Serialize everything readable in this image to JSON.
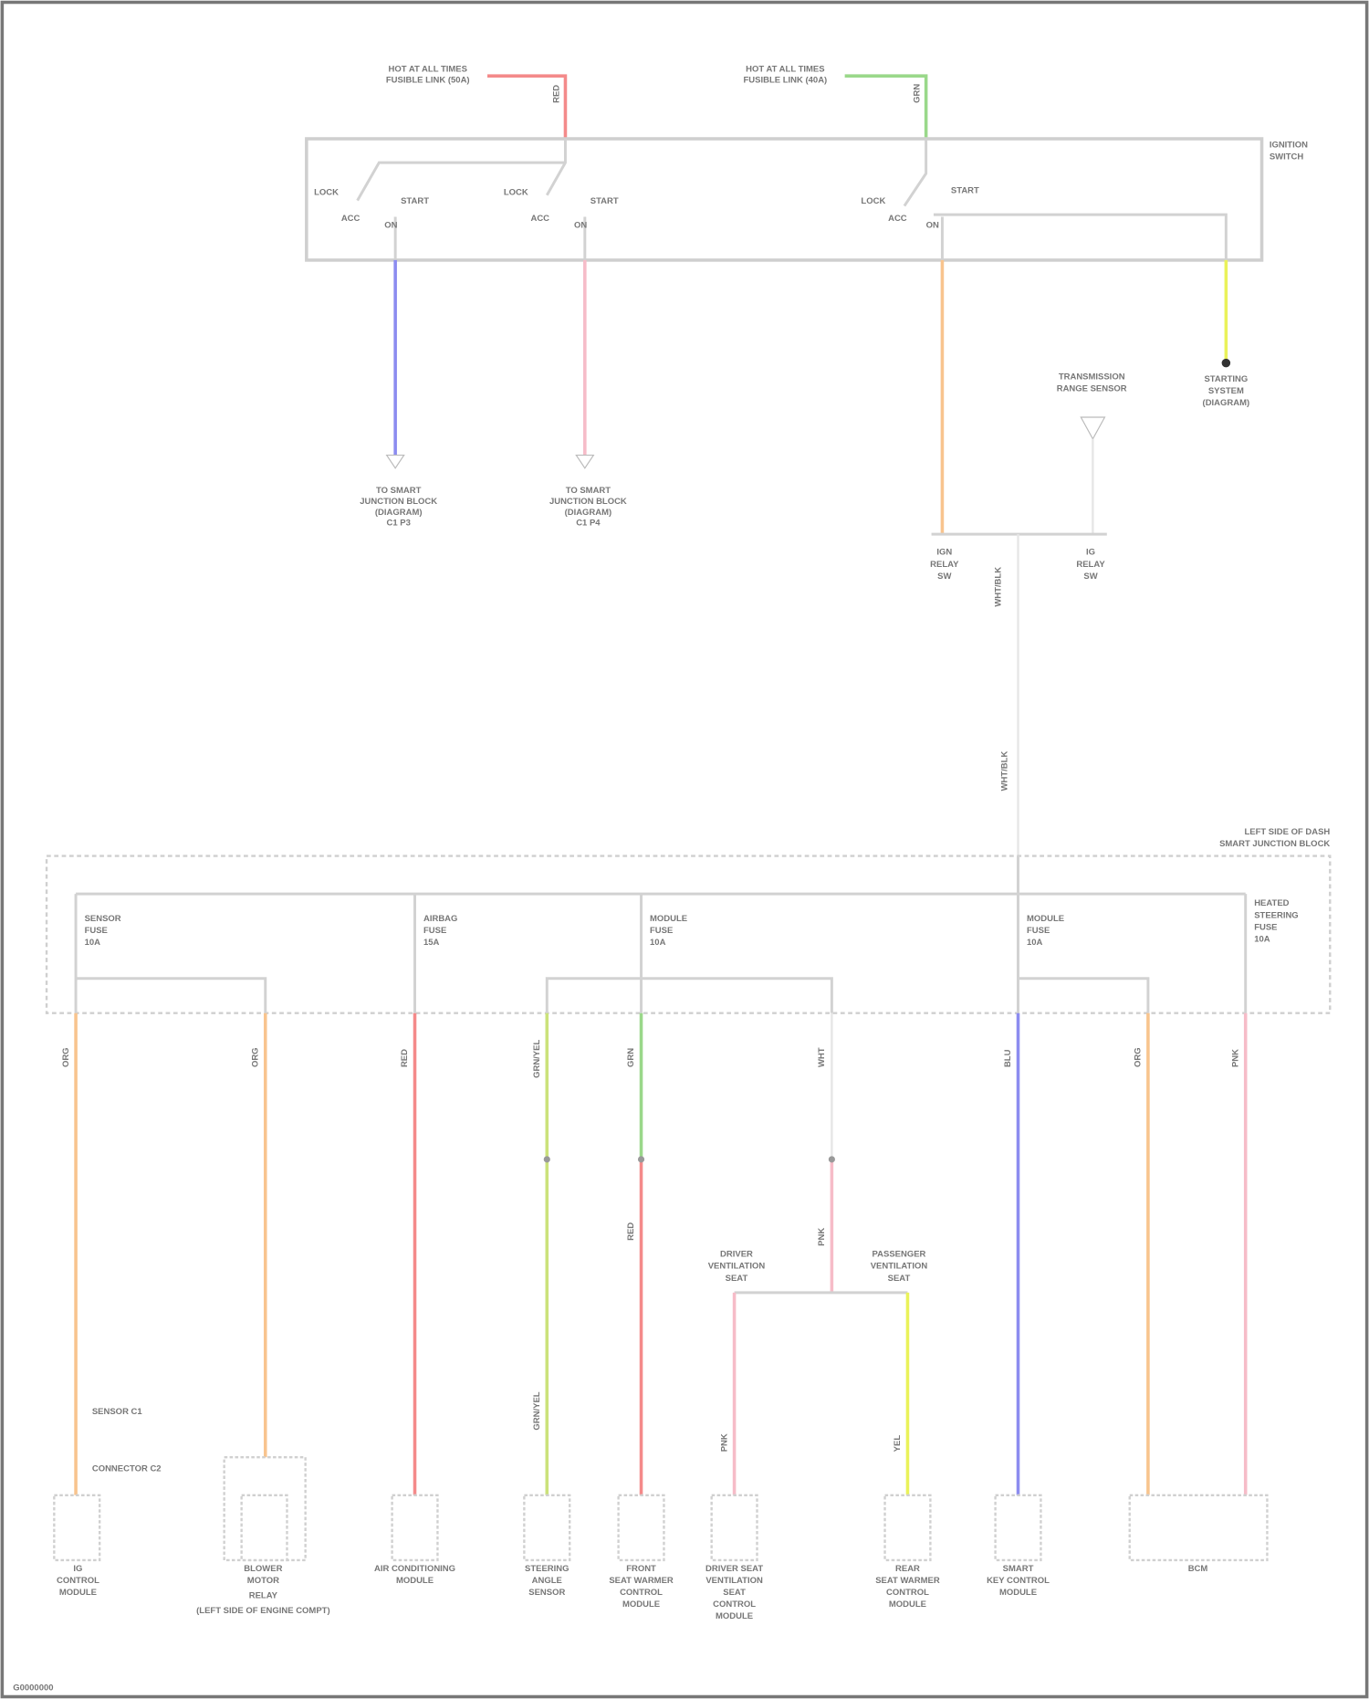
{
  "diagram": {
    "sources": [
      {
        "label": [
          "HOT AT ALL TIMES",
          "FUSIBLE LINK (50A)"
        ],
        "wire": "RED"
      },
      {
        "label": [
          "HOT AT ALL TIMES",
          "FUSIBLE LINK (40A)"
        ],
        "wire": "GRN"
      }
    ],
    "ignition_switch": {
      "title": [
        "IGNITION",
        "SWITCH"
      ],
      "positions": [
        "LOCK",
        "ACC",
        "ON",
        "START"
      ]
    },
    "top_outputs": [
      {
        "wire": "BLU",
        "label": [
          "TO SMART",
          "JUNCTION BLOCK",
          "(DIAGRAM)",
          "C1 P3"
        ]
      },
      {
        "wire": "PNK",
        "label": [
          "TO SMART",
          "JUNCTION BLOCK",
          "(DIAGRAM)",
          "C1 P4"
        ]
      },
      {
        "wire": "ORG",
        "label": [
          "IGN",
          "RELAY",
          "SW"
        ]
      },
      {
        "wire": "YEL",
        "label": [
          "STARTING",
          "SYSTEM",
          "(DIAGRAM)"
        ]
      }
    ],
    "ground_source": {
      "label": [
        "TRANSMISSION",
        "RANGE SENSOR"
      ],
      "wire": "WHT"
    },
    "relay_labels": [
      [
        "IGN",
        "RELAY",
        "SW"
      ],
      [
        "IG",
        "RELAY",
        "SW"
      ]
    ],
    "main_feed": {
      "wire": "WHT",
      "wire2": "WHT/BLK"
    },
    "fuse_block": {
      "title": [
        "LEFT SIDE OF DASH",
        "SMART JUNCTION BLOCK"
      ],
      "fuses": [
        [
          "SENSOR",
          "FUSE",
          "10A"
        ],
        [
          "AIRBAG",
          "FUSE",
          "15A"
        ],
        [
          "MODULE",
          "FUSE",
          "10A"
        ],
        [
          "MODULE",
          "FUSE",
          "10A"
        ],
        [
          "HEATED",
          "STEERING",
          "FUSE",
          "10A"
        ]
      ]
    },
    "wires": [
      "ORG",
      "ORG",
      "RED",
      "GRN/YEL",
      "GRN",
      "WHT",
      "PNK",
      "YEL",
      "BLU",
      "ORG",
      "PNK",
      "RED",
      "PNK",
      "GRN/YEL"
    ],
    "inline_connectors": [
      "SENSOR C1",
      "CONNECTOR C2"
    ],
    "components": [
      [
        "IG",
        "CONTROL",
        "MODULE"
      ],
      [
        "BLOWER",
        "MOTOR",
        "RELAY",
        "(LEFT SIDE OF ENGINE COMPT)"
      ],
      [
        "AIR CONDITIONING",
        "MODULE"
      ],
      [
        "STEERING",
        "ANGLE",
        "SENSOR"
      ],
      [
        "FRONT",
        "SEAT WARMER",
        "CONTROL",
        "MODULE"
      ],
      [
        "DRIVER SEAT",
        "VENTILATION",
        "SEAT",
        "CONTROL",
        "MODULE"
      ],
      [
        "REAR",
        "SEAT WARMER",
        "CONTROL",
        "MODULE"
      ],
      [
        "SMART",
        "KEY CONTROL",
        "MODULE"
      ],
      [
        "BCM"
      ]
    ],
    "split_labels": [
      [
        "DRIVER",
        "VENTILATION",
        "SEAT"
      ],
      [
        "PASSENGER",
        "VENTILATION",
        "SEAT"
      ]
    ],
    "footer_code": "G0000000"
  }
}
